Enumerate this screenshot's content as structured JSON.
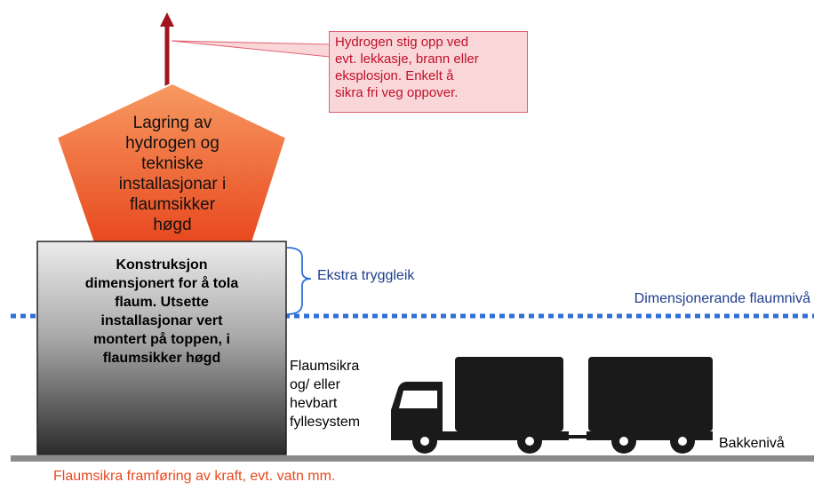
{
  "callout": {
    "lines": [
      "Hydrogen stig opp ved",
      "evt. lekkasje, brann eller",
      "eksplosjon. Enkelt å",
      "sikra fri veg oppover."
    ]
  },
  "storage": {
    "lines": [
      "Lagring av",
      "hydrogen og",
      "tekniske",
      "installasjonar i",
      "flaumsikker",
      "høgd"
    ]
  },
  "construction": {
    "lines": [
      "Konstruksjon",
      "dimensjonert for å tola",
      "flaum. Utsette",
      "installasjonar vert",
      "montert på toppen, i",
      "flaumsikker høgd"
    ]
  },
  "safety_margin": "Ekstra tryggleik",
  "flood_level": "Dimensjonerande flaumnivå",
  "filling_system": {
    "lines": [
      "Flaumsikra",
      "og/ eller",
      "hevbart",
      "fyllesystem"
    ]
  },
  "ground_level": "Bakkenivå",
  "supply_note": "Flaumsikra framføring av kraft, evt. vatn mm.",
  "colors": {
    "pentagon_top": "#f79a62",
    "pentagon_bottom": "#e8491f",
    "arrow": "#a3131d",
    "callout_fill": "#f9d7d9",
    "callout_text": "#c0102a",
    "box_top": "#ececec",
    "box_bottom": "#2b2b2b",
    "flood_line": "#2f6fd6",
    "label_blue": "#1f3d8c",
    "ground": "#8a8a8a",
    "truck": "#1a1a1a",
    "supply_text": "#e8491f"
  },
  "icons": [
    "up-arrow-icon",
    "truck-icon",
    "brace-icon"
  ]
}
